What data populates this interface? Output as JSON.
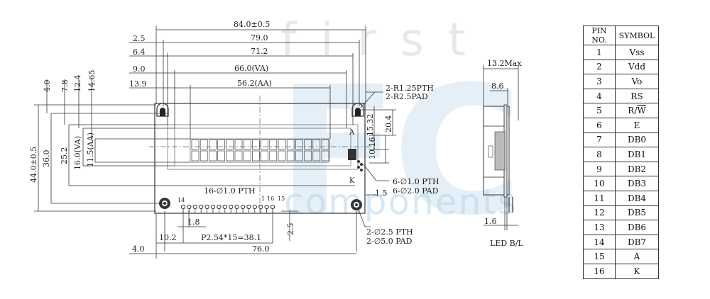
{
  "watermark": {
    "top_text": "first",
    "big_text": "FC",
    "bottom_text": "components"
  },
  "front_view": {
    "dims": {
      "d1": "84.0±0.5",
      "d2": "79.0",
      "d3": "71.2",
      "d4": "66.0(VA)",
      "d5": "56.2(AA)",
      "left_offsets": [
        "2.5",
        "6.4",
        "9.0",
        "13.9"
      ],
      "top_offsets": [
        "4.0",
        "7.8",
        "12.4",
        "14.65"
      ],
      "heights": [
        "44.0±0.5",
        "36.0",
        "25.2",
        "16.0(VA)",
        "11.5(AA)"
      ],
      "right_heights": [
        "20.4",
        "15.32",
        "10.16"
      ],
      "bottom_left": [
        "10.2",
        "4.0",
        "1.8",
        "2.5",
        "1.5"
      ],
      "pitch": "P2.54*15=38.1",
      "width_76": "76.0"
    },
    "callouts": {
      "mount_hole": "2-R1.25PTH",
      "mount_pad": "2-R2.5PAD",
      "pin_hole_small": "6-∅1.0 PTH",
      "pin_pad_small": "6-∅2.0 PAD",
      "header_pth": "16-∅1.0 PTH",
      "bottom_hole": "2-∅2.5 PTH",
      "bottom_pad": "2-∅5.0 PAD"
    },
    "pin_labels": {
      "p14": "14",
      "p1": "1",
      "p16": "16",
      "p15": "15",
      "A": "A",
      "K": "K"
    }
  },
  "side_view": {
    "max_height": "13.2Max",
    "depth": "8.6",
    "pcb": "1.6",
    "label": "LED B/L"
  },
  "pin_table": {
    "headers": [
      "PIN NO.",
      "SYMBOL"
    ],
    "rows": [
      {
        "pin": "1",
        "symbol": "Vss"
      },
      {
        "pin": "2",
        "symbol": "Vdd"
      },
      {
        "pin": "3",
        "symbol": "Vo"
      },
      {
        "pin": "4",
        "symbol": "RS"
      },
      {
        "pin": "5",
        "symbol": "R/W"
      },
      {
        "pin": "6",
        "symbol": "E"
      },
      {
        "pin": "7",
        "symbol": "DB0"
      },
      {
        "pin": "8",
        "symbol": "DB1"
      },
      {
        "pin": "9",
        "symbol": "DB2"
      },
      {
        "pin": "10",
        "symbol": "DB3"
      },
      {
        "pin": "11",
        "symbol": "DB4"
      },
      {
        "pin": "12",
        "symbol": "DB5"
      },
      {
        "pin": "13",
        "symbol": "DB6"
      },
      {
        "pin": "14",
        "symbol": "DB7"
      },
      {
        "pin": "15",
        "symbol": "A"
      },
      {
        "pin": "16",
        "symbol": "K"
      }
    ]
  }
}
